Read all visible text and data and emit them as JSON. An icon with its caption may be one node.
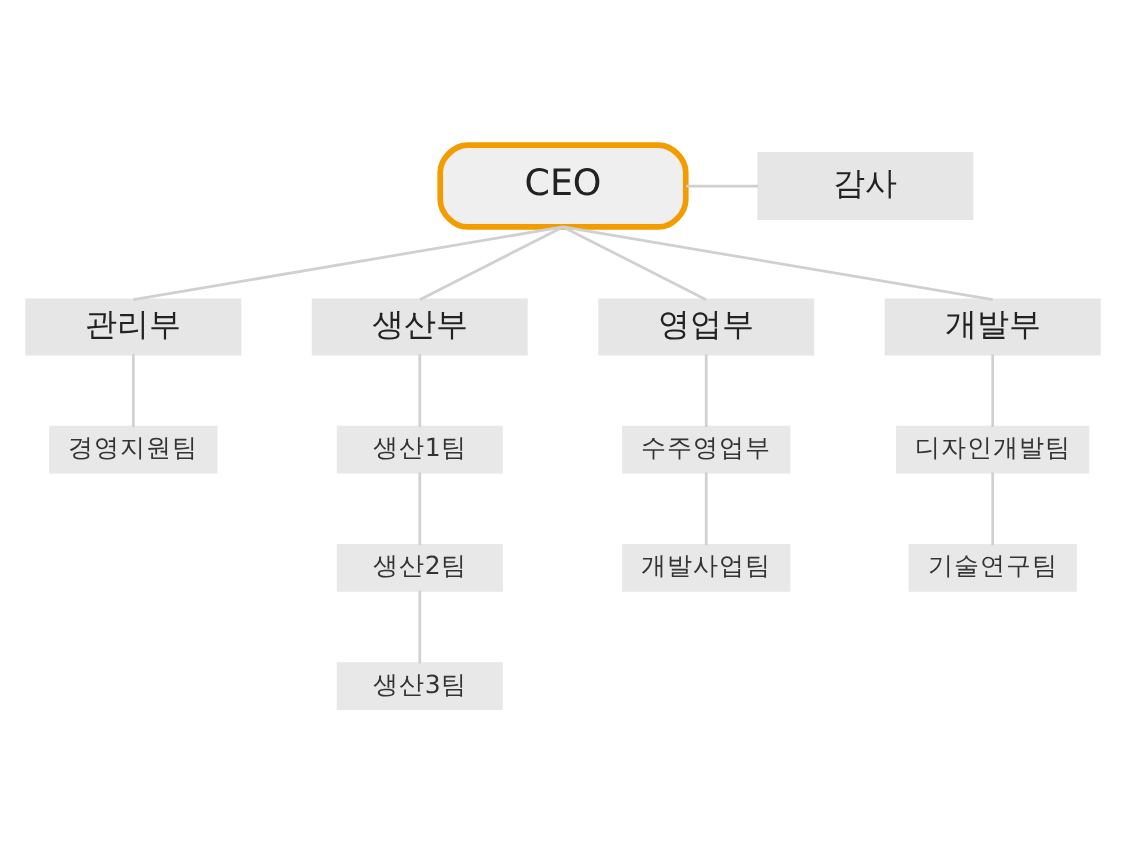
{
  "diagram": {
    "nodes": [
      {
        "text": [
          "CEO"
        ]
      },
      {
        "text": [
          "감사"
        ]
      },
      {
        "text": [
          "관리부"
        ]
      },
      {
        "text": [
          "생산부"
        ]
      },
      {
        "text": [
          "영업부"
        ]
      },
      {
        "text": [
          "개발부"
        ]
      },
      {
        "text": [
          "경영지원팀"
        ]
      },
      {
        "text": [
          "생산1팀"
        ]
      },
      {
        "text": [
          "생산2팀"
        ]
      },
      {
        "text": [
          "생산3팀"
        ]
      },
      {
        "text": [
          "수주영업부"
        ]
      },
      {
        "text": [
          "개발사업팀"
        ]
      },
      {
        "text": [
          "디자인개발팀"
        ]
      },
      {
        "text": [
          "기술연구팀"
        ]
      }
    ],
    "edges": [
      {
        "from": 0,
        "to": 1,
        "arrow": "none"
      },
      {
        "from": 0,
        "to": 2,
        "arrow": "none"
      },
      {
        "from": 0,
        "to": 3,
        "arrow": "none"
      },
      {
        "from": 0,
        "to": 4,
        "arrow": "none"
      },
      {
        "from": 0,
        "to": 5,
        "arrow": "none"
      },
      {
        "from": 2,
        "to": 6,
        "arrow": "none"
      },
      {
        "from": 3,
        "to": 7,
        "arrow": "none"
      },
      {
        "from": 7,
        "to": 8,
        "arrow": "none"
      },
      {
        "from": 8,
        "to": 9,
        "arrow": "none"
      },
      {
        "from": 4,
        "to": 10,
        "arrow": "none"
      },
      {
        "from": 10,
        "to": 11,
        "arrow": "none"
      },
      {
        "from": 5,
        "to": 12,
        "arrow": "none"
      },
      {
        "from": 12,
        "to": 13,
        "arrow": "none"
      }
    ]
  }
}
